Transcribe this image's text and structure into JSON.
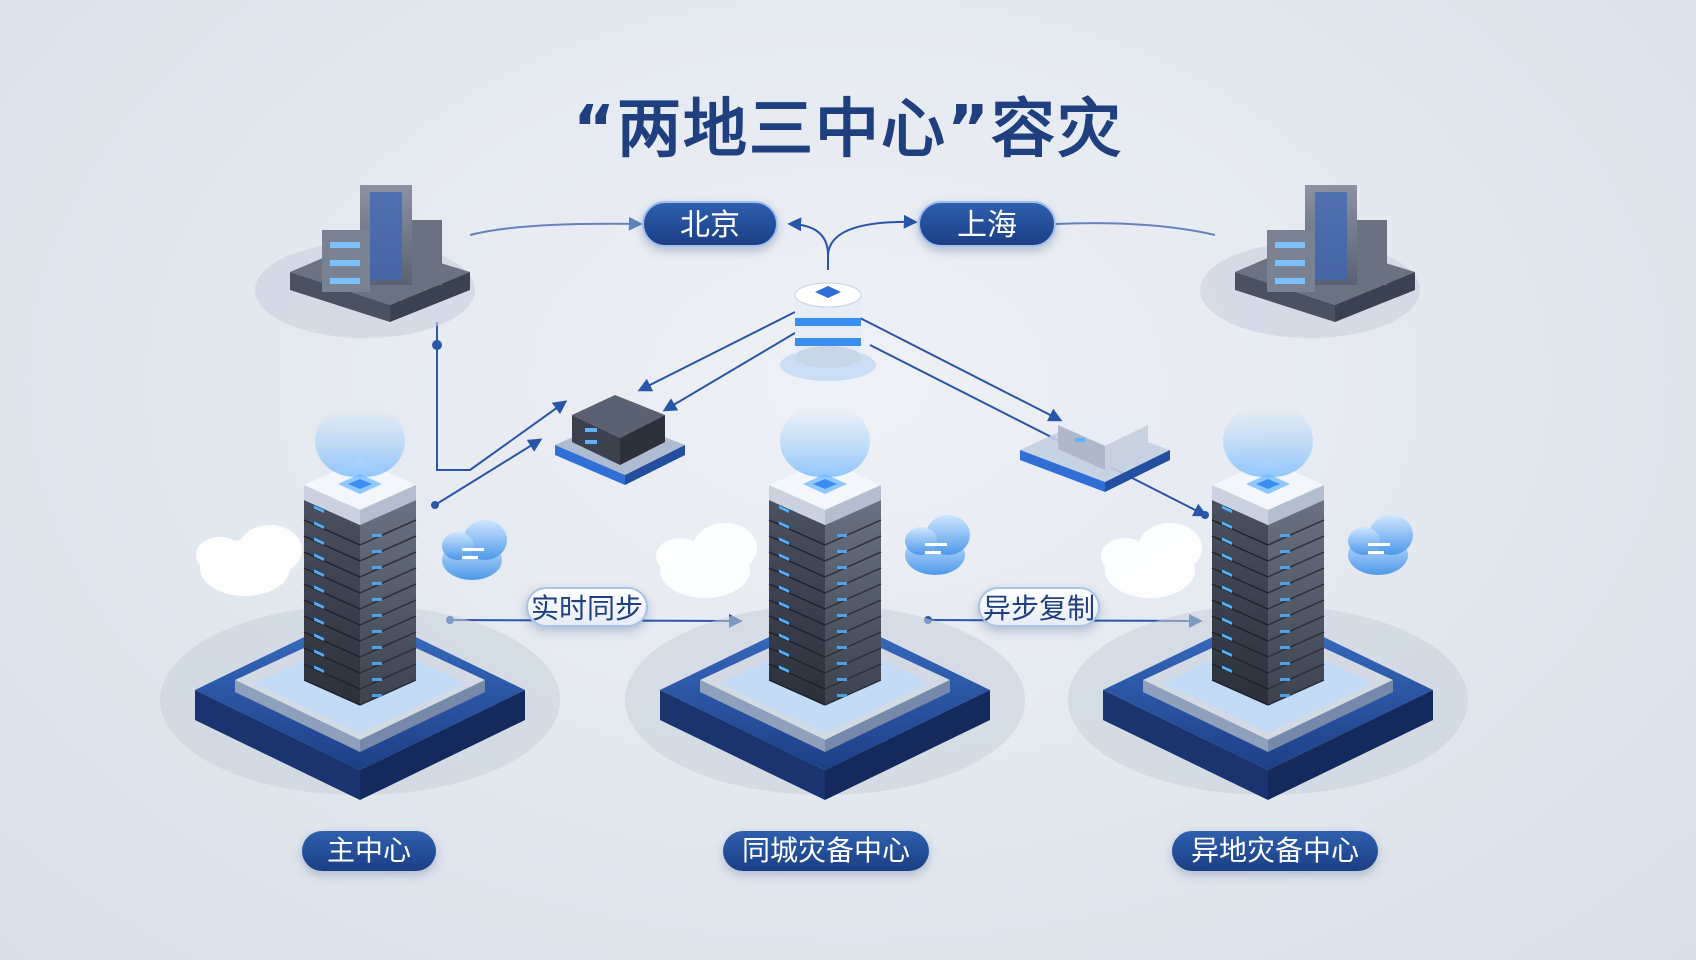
{
  "title": "“两地三中心”容灾",
  "cities": {
    "beijing": "北京",
    "shanghai": "上海"
  },
  "links": {
    "sync": "实时同步",
    "async": "异步复制"
  },
  "centers": {
    "primary": "主中心",
    "same_city": "同城灾备中心",
    "remote": "异地灾备中心"
  },
  "colors": {
    "primary_blue": "#1f3f7f",
    "accent_blue": "#2f6fd6",
    "line_blue": "#2a56a8",
    "glow_blue": "#4aa8ff"
  }
}
